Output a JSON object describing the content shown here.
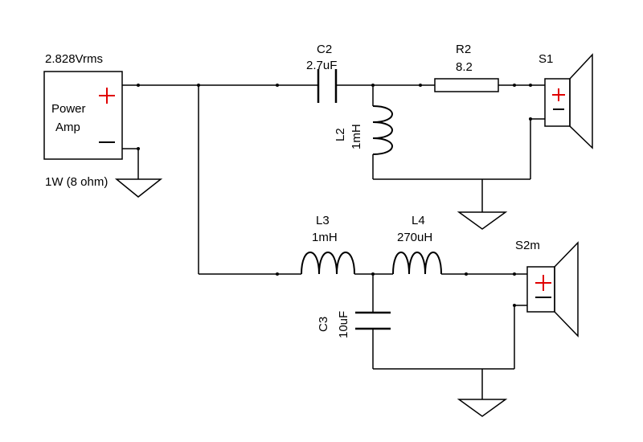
{
  "colors": {
    "wire": "#000000",
    "plus_sign": "#e00000",
    "background": "#ffffff"
  },
  "source": {
    "voltage": "2.828Vrms",
    "name_line1": "Power",
    "name_line2": "Amp",
    "power_label": "1W (8 ohm)"
  },
  "components": {
    "c2": {
      "ref": "C2",
      "value": "2.7uF"
    },
    "r2": {
      "ref": "R2",
      "value": "8.2"
    },
    "l2": {
      "ref": "L2",
      "value": "1mH"
    },
    "l3": {
      "ref": "L3",
      "value": "1mH"
    },
    "l4": {
      "ref": "L4",
      "value": "270uH"
    },
    "c3": {
      "ref": "C3",
      "value": "10uF"
    }
  },
  "speakers": {
    "s1": {
      "ref": "S1"
    },
    "s2": {
      "ref": "S2m"
    }
  },
  "icons": [
    "power-amp-icon",
    "capacitor-icon",
    "resistor-icon",
    "inductor-icon",
    "speaker-icon",
    "ground-icon"
  ]
}
